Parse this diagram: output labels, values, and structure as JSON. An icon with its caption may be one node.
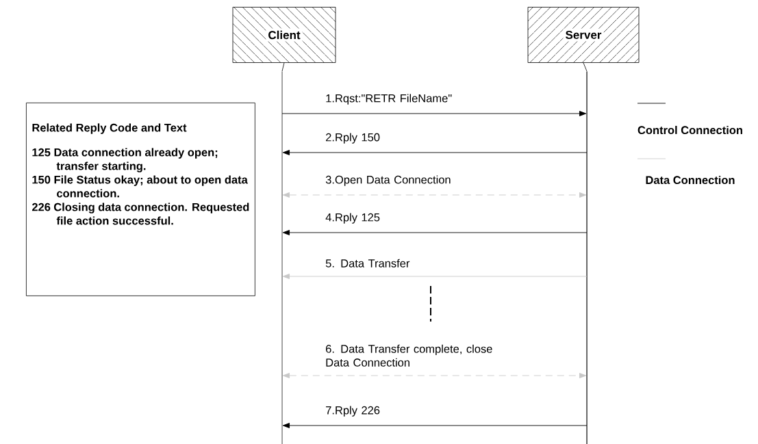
{
  "diagram": {
    "nodes": [
      {
        "text": [
          "Client"
        ]
      },
      {
        "text": [
          "Server"
        ]
      },
      {
        "text": [],
        "shape": "bar"
      },
      {
        "text": [],
        "shape": "bar"
      },
      {
        "text": [
          "Related Reply Code and Text",
          "125 Data connection already open; transfer starting.",
          "150 File Status okay; about to open data connection.",
          "226 Closing data connection. Requested file action successful."
        ]
      }
    ],
    "edges": [
      {
        "from": 0,
        "to": 2,
        "arrow": "none"
      },
      {
        "from": 1,
        "to": 3,
        "arrow": "none"
      },
      {
        "from": 2,
        "to": 3,
        "arrow": "to",
        "label": "1.Rqst:\"RETR FileName\""
      },
      {
        "from": 3,
        "to": 2,
        "arrow": "to",
        "label": "2.Rply 150"
      },
      {
        "from": 2,
        "to": 3,
        "arrow": "both",
        "label": "3.Open Data Connection",
        "style": "dashed",
        "color": "#c8c8c8"
      },
      {
        "from": 3,
        "to": 2,
        "arrow": "to",
        "label": "4.Rply 125"
      },
      {
        "from": 3,
        "to": 2,
        "arrow": "to",
        "label": "5. Data Transfer",
        "color": "#c8c8c8"
      },
      {
        "from": 2,
        "to": 3,
        "arrow": "both",
        "label": "6. Data Transfer complete, close Data Connection",
        "style": "dashed",
        "color": "#c8c8c8"
      },
      {
        "from": 3,
        "to": 2,
        "arrow": "to",
        "label": "7.Rply 226"
      }
    ],
    "legend": [
      {
        "text": "Control Connection"
      },
      {
        "text": "Data Connection"
      }
    ]
  }
}
